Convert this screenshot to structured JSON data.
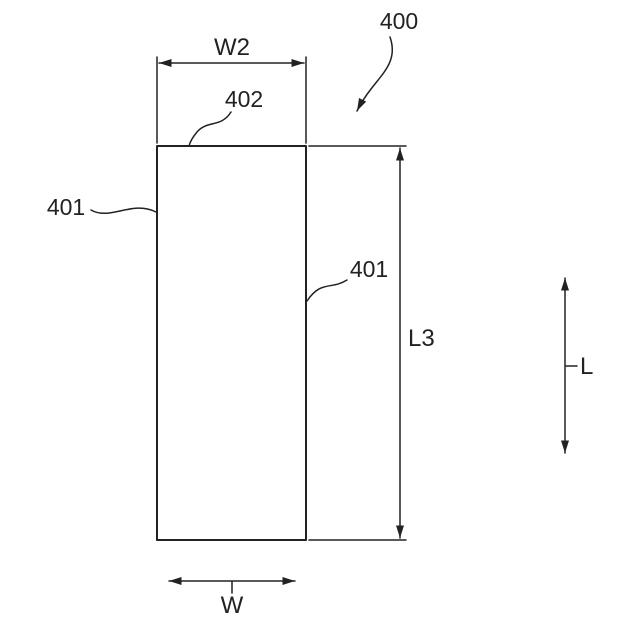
{
  "figure": {
    "background_color": "#ffffff",
    "line_color": "#222222",
    "reference_numerals": {
      "ref_400": "400",
      "ref_402": "402",
      "ref_401_left": "401",
      "ref_401_right": "401"
    },
    "dimension_labels": {
      "w2": "W2",
      "l3": "L3",
      "l": "L",
      "w": "W"
    }
  }
}
